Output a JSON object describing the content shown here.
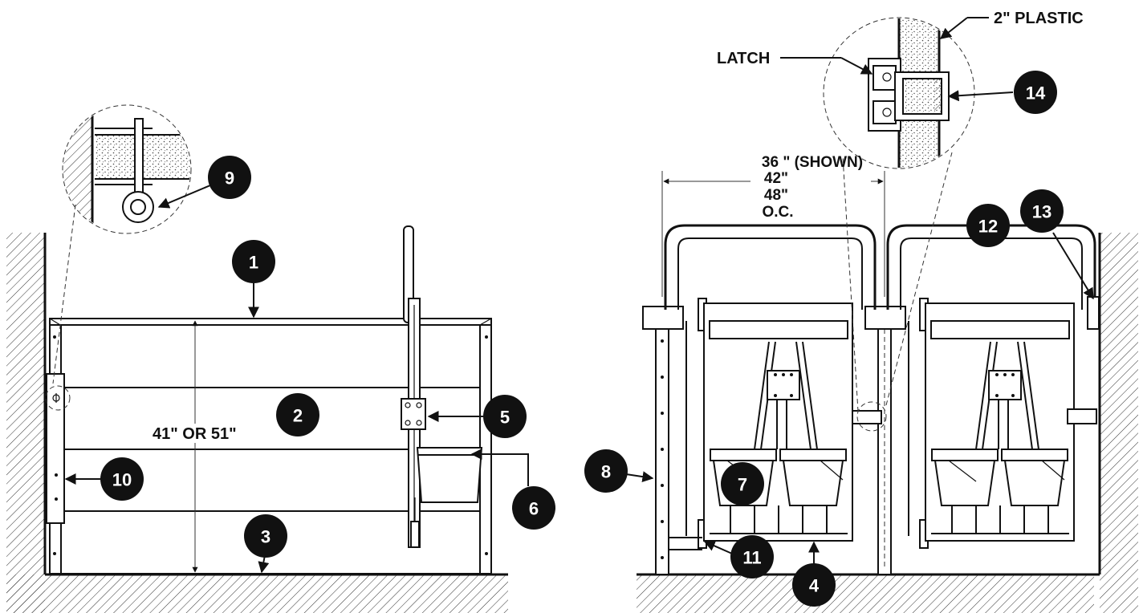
{
  "labels": {
    "dimension_height": "41\" OR 51\"",
    "spacing_line1": "36 \" (SHOWN)",
    "spacing_line2": "42\"",
    "spacing_line3": "48\"",
    "spacing_line4": "O.C.",
    "latch": "LATCH",
    "plastic": "2\" PLASTIC"
  },
  "callouts": [
    "1",
    "2",
    "3",
    "4",
    "5",
    "6",
    "7",
    "8",
    "9",
    "10",
    "11",
    "12",
    "13",
    "14"
  ],
  "colors": {
    "line": "#111111",
    "background": "#ffffff",
    "callout_fill": "#111111",
    "callout_text": "#ffffff"
  }
}
